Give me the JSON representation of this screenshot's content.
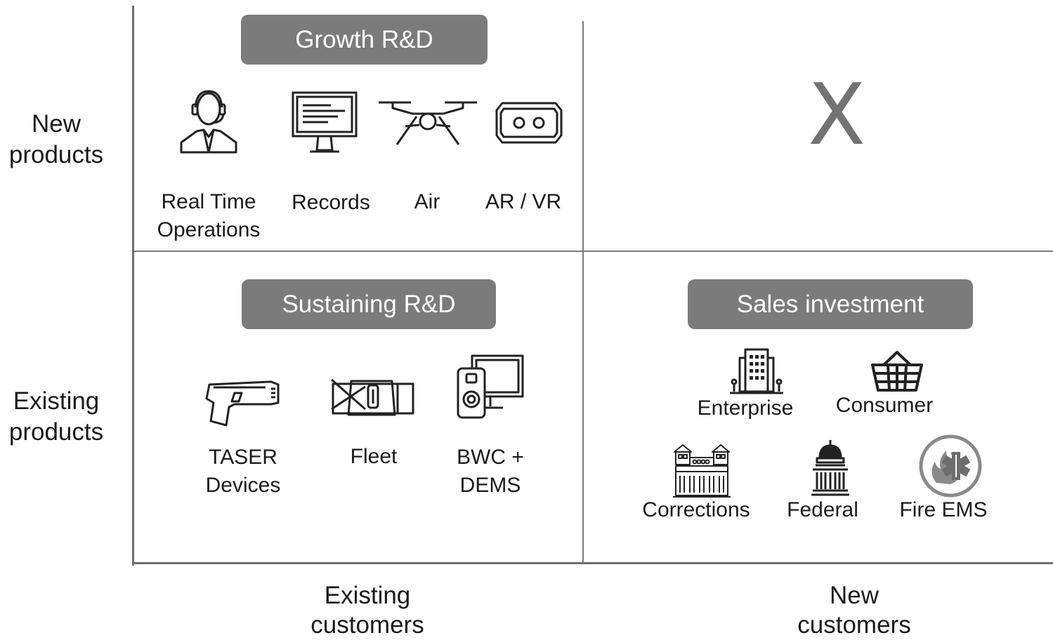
{
  "rows": {
    "new_products": [
      "New",
      "products"
    ],
    "existing_products": [
      "Existing",
      "products"
    ]
  },
  "columns": {
    "existing_customers": [
      "Existing",
      "customers"
    ],
    "new_customers": [
      "New",
      "customers"
    ]
  },
  "quadrants": {
    "growth": {
      "title": "Growth R&D",
      "items": [
        {
          "icon": "operator-headset-icon",
          "label": [
            "Real Time",
            "Operations"
          ]
        },
        {
          "icon": "monitor-icon",
          "label": [
            "Records"
          ]
        },
        {
          "icon": "drone-icon",
          "label": [
            "Air"
          ]
        },
        {
          "icon": "vr-headset-icon",
          "label": [
            "AR / VR"
          ]
        }
      ]
    },
    "new_new": {
      "mark": "X"
    },
    "sustaining": {
      "title": "Sustaining R&D",
      "items": [
        {
          "icon": "taser-icon",
          "label": [
            "TASER",
            "Devices"
          ]
        },
        {
          "icon": "dash-camera-icon",
          "label": [
            "Fleet"
          ]
        },
        {
          "icon": "body-camera-monitor-icon",
          "label": [
            "BWC +",
            "DEMS"
          ]
        }
      ]
    },
    "sales": {
      "title": "Sales investment",
      "items": [
        {
          "icon": "office-building-icon",
          "label": [
            "Enterprise"
          ]
        },
        {
          "icon": "shopping-basket-icon",
          "label": [
            "Consumer"
          ]
        },
        {
          "icon": "prison-icon",
          "label": [
            "Corrections"
          ]
        },
        {
          "icon": "capitol-icon",
          "label": [
            "Federal"
          ]
        },
        {
          "icon": "fire-ems-icon",
          "label": [
            "Fire EMS"
          ]
        }
      ]
    }
  },
  "colors": {
    "pill": "#7b7b7b",
    "axis": "#6f6f6f",
    "icon": "#222222"
  }
}
